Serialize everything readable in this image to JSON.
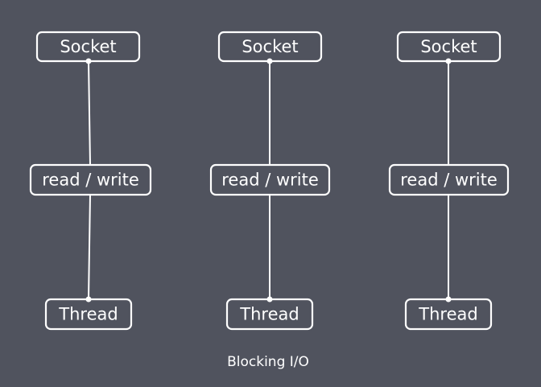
{
  "diagram": {
    "columns": [
      {
        "socket_label": "Socket",
        "io_label": "read / write",
        "thread_label": "Thread"
      },
      {
        "socket_label": "Socket",
        "io_label": "read / write",
        "thread_label": "Thread"
      },
      {
        "socket_label": "Socket",
        "io_label": "read / write",
        "thread_label": "Thread"
      }
    ],
    "caption": "Blocking I/O"
  },
  "colors": {
    "background": "#50535e",
    "stroke": "#ffffff",
    "text": "#ffffff"
  }
}
